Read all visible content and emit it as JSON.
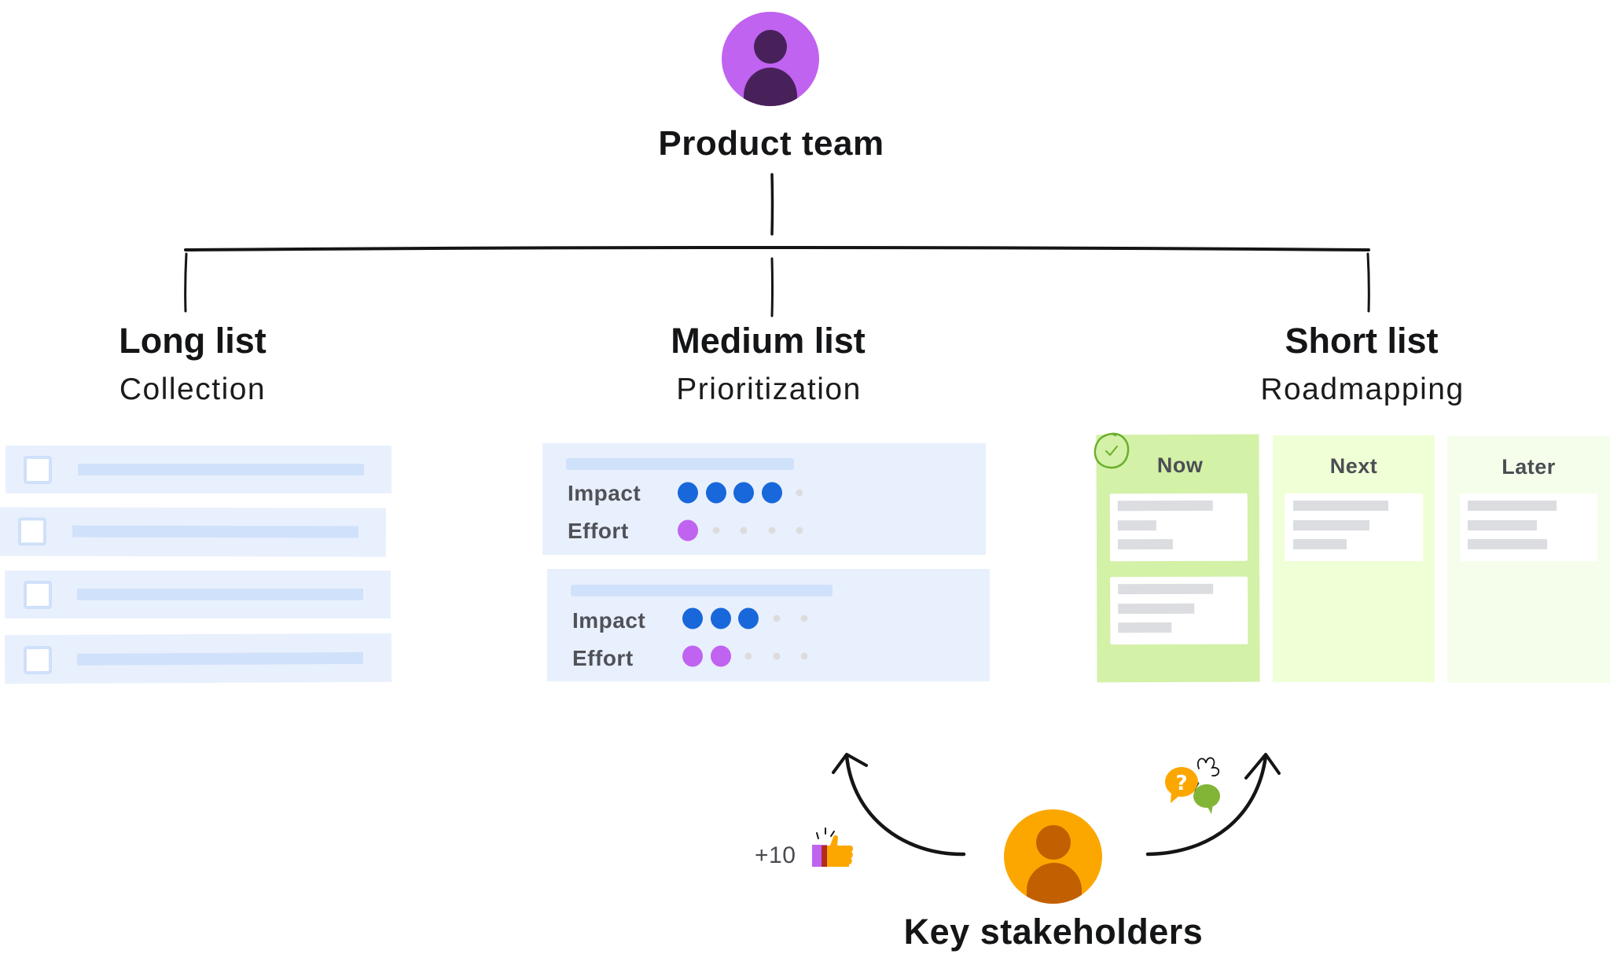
{
  "top_node": {
    "label": "Product team",
    "avatar_icon": "person-icon",
    "avatar_color": "#c063f0",
    "avatar_figure_color": "#48215a"
  },
  "branches": [
    {
      "title": "Long list",
      "subtitle": "Collection"
    },
    {
      "title": "Medium list",
      "subtitle": "Prioritization"
    },
    {
      "title": "Short list",
      "subtitle": "Roadmapping"
    }
  ],
  "long_list": {
    "row_count": 4,
    "rows": [
      {
        "checked": false
      },
      {
        "checked": false
      },
      {
        "checked": false
      },
      {
        "checked": false
      }
    ]
  },
  "medium_list": {
    "cards": [
      {
        "impact_label": "Impact",
        "impact": 4,
        "impact_max": 5,
        "effort_label": "Effort",
        "effort": 1,
        "effort_max": 5
      },
      {
        "impact_label": "Impact",
        "impact": 3,
        "impact_max": 5,
        "effort_label": "Effort",
        "effort": 2,
        "effort_max": 5
      }
    ],
    "impact_color": "#1868db",
    "effort_color": "#c063f0"
  },
  "short_list": {
    "columns": [
      {
        "label": "Now",
        "checked": true,
        "cards": 2,
        "color": "#d3f1a7"
      },
      {
        "label": "Next",
        "checked": false,
        "cards": 1,
        "color": "#efffd6"
      },
      {
        "label": "Later",
        "checked": false,
        "cards": 1,
        "color": "#f5feea"
      }
    ]
  },
  "bottom_node": {
    "label": "Key stakeholders",
    "avatar_icon": "person-icon",
    "avatar_color": "#fca700",
    "avatar_figure_color": "#c25f00",
    "vote_text": "+10",
    "vote_icon": "thumbs-up-icon",
    "feedback_icon": "speech-bubbles-icon"
  }
}
